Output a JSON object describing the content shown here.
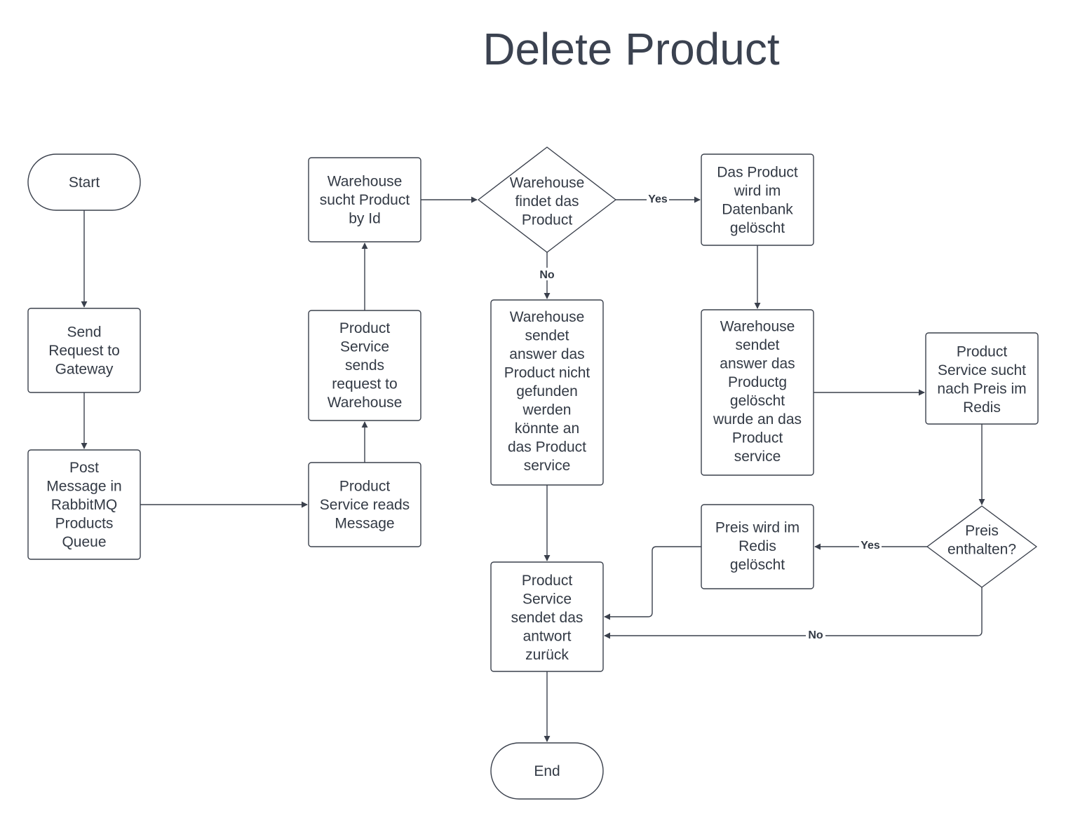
{
  "title": "Delete Product",
  "nodes": {
    "start": {
      "lines": [
        "Start"
      ]
    },
    "send_request": {
      "lines": [
        "Send",
        "Request to",
        "Gateway"
      ]
    },
    "post_message": {
      "lines": [
        "Post",
        "Message in",
        "RabbitMQ",
        "Products",
        "Queue"
      ]
    },
    "reads_message": {
      "lines": [
        "Product",
        "Service reads",
        "Message"
      ]
    },
    "sends_request": {
      "lines": [
        "Product",
        "Service",
        "sends",
        "request to",
        "Warehouse"
      ]
    },
    "warehouse_search": {
      "lines": [
        "Warehouse",
        "sucht Product",
        "by Id"
      ]
    },
    "warehouse_finds": {
      "lines": [
        "Warehouse",
        "findet das",
        "Product"
      ]
    },
    "db_delete": {
      "lines": [
        "Das Product",
        "wird im",
        "Datenbank",
        "gelöscht"
      ]
    },
    "not_found": {
      "lines": [
        "Warehouse",
        "sendet",
        "answer das",
        "Product nicht",
        "gefunden",
        "werden",
        "könnte an",
        "das Product",
        "service"
      ]
    },
    "deleted_answer": {
      "lines": [
        "Warehouse",
        "sendet",
        "answer das",
        "Productg",
        "gelöscht",
        "wurde an das",
        "Product",
        "service"
      ]
    },
    "search_price": {
      "lines": [
        "Product",
        "Service sucht",
        "nach Preis im",
        "Redis"
      ]
    },
    "price_contained": {
      "lines": [
        "Preis",
        "enthalten?"
      ]
    },
    "price_deleted": {
      "lines": [
        "Preis wird im",
        "Redis",
        "gelöscht"
      ]
    },
    "send_answer": {
      "lines": [
        "Product",
        "Service",
        "sendet das",
        "antwort",
        "zurück"
      ]
    },
    "end": {
      "lines": [
        "End"
      ]
    }
  },
  "edge_labels": {
    "found_yes": "Yes",
    "found_no": "No",
    "price_yes": "Yes",
    "price_no": "No"
  },
  "colors": {
    "line": "#3a404c",
    "text": "#333a45",
    "background": "#ffffff"
  }
}
